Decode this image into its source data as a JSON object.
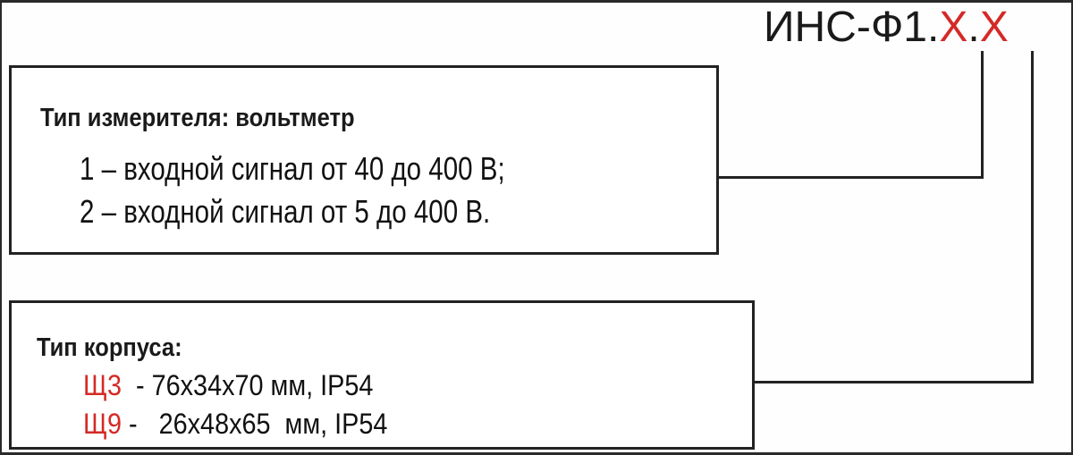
{
  "diagram": {
    "code": {
      "prefix": "ИНС-Ф1",
      "sep1": ".",
      "var1": "X",
      "sep2": ".",
      "var2": "X"
    },
    "meter_type": {
      "heading": "Тип измерителя: вольтметр",
      "options": [
        {
          "num": "1",
          "text": " – входной сигнал от 40 до 400 В;"
        },
        {
          "num": "2",
          "text": " – входной сигнал от 5 до 400 В."
        }
      ]
    },
    "housing_type": {
      "heading": "Тип корпуса:",
      "options": [
        {
          "code": "Щ3",
          "text": "  - 76x34x70 мм, IP54"
        },
        {
          "code": "Щ9",
          "text": " -   26x48x65  мм, IP54"
        }
      ]
    },
    "colors": {
      "accent": "#d42a27",
      "line": "#222222",
      "text": "#1a1a1a"
    }
  }
}
